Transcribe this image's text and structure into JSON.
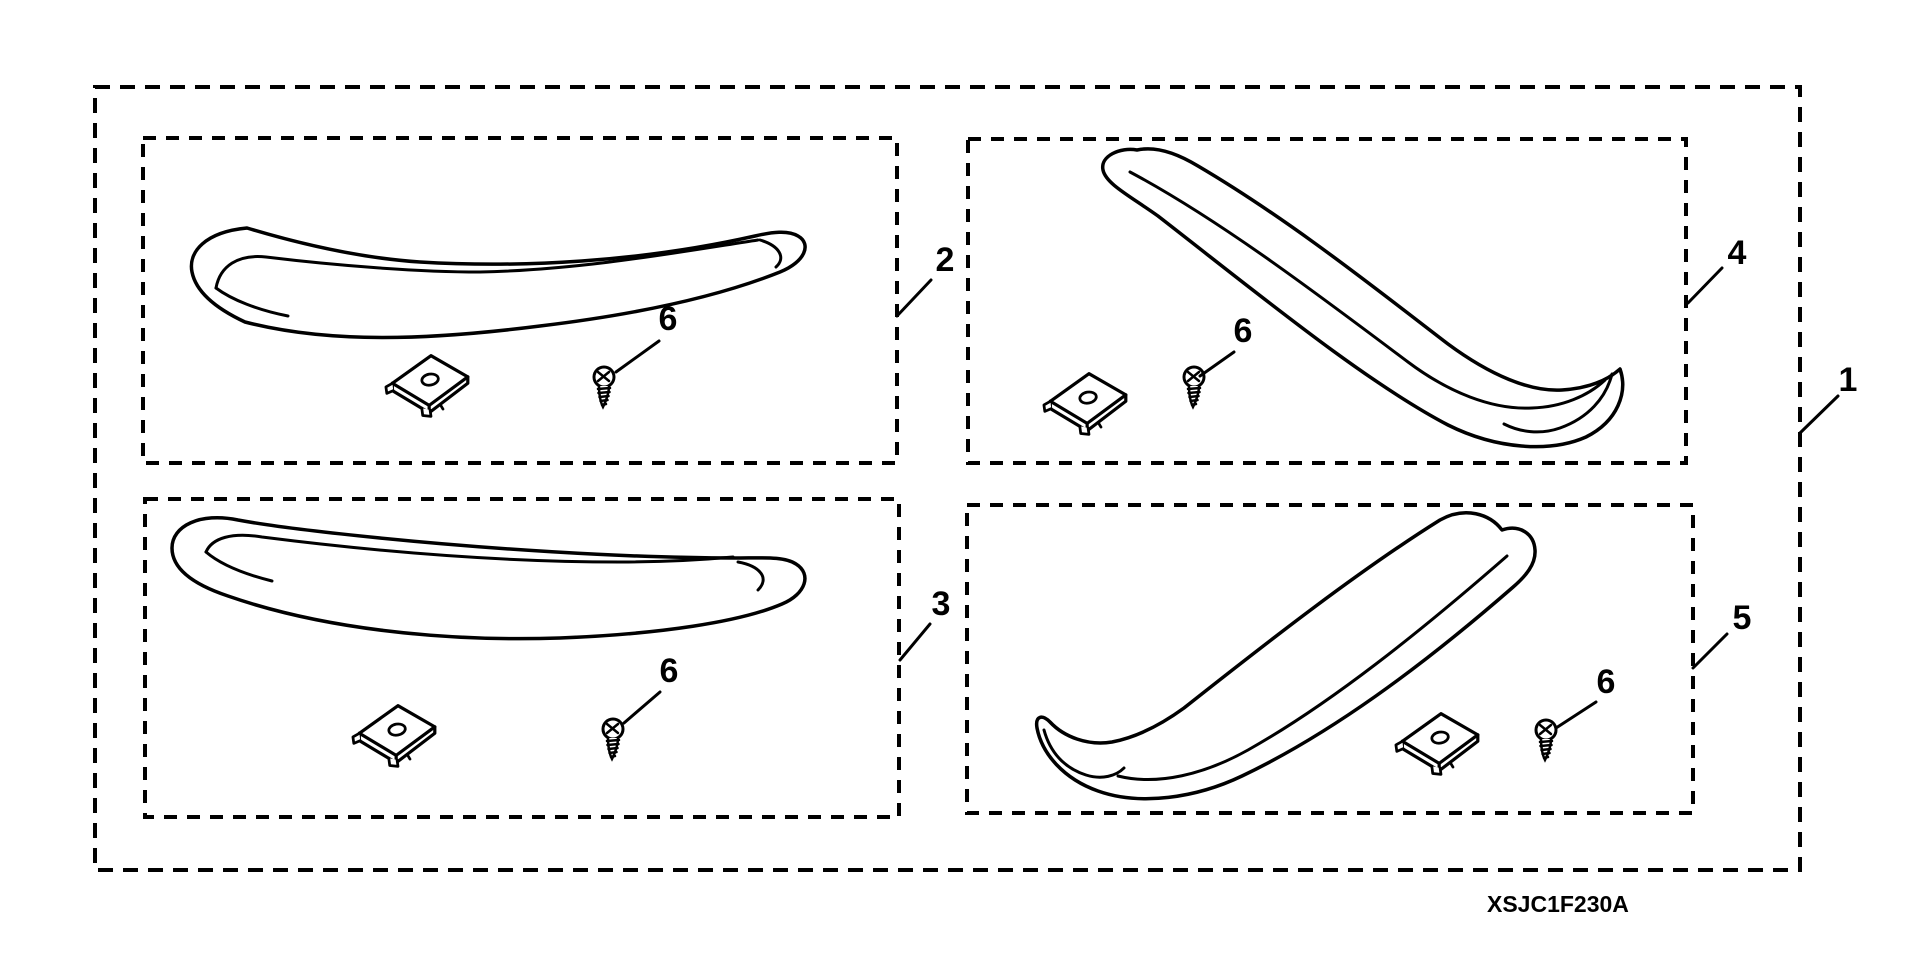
{
  "diagram": {
    "part_code": "XSJC1F230A",
    "callouts": {
      "c1": "1",
      "c2": "2",
      "c3": "3",
      "c4": "4",
      "c5": "5",
      "c6": "6"
    },
    "colors": {
      "line": "#000000",
      "background": "#ffffff"
    }
  }
}
